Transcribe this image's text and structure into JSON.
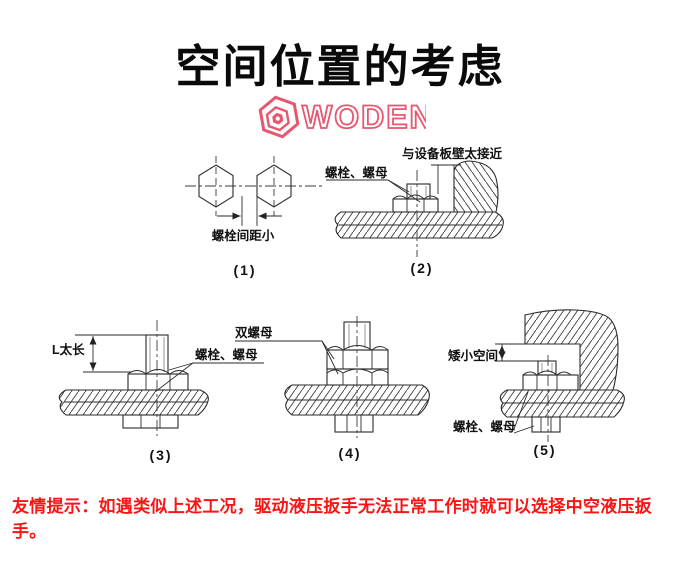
{
  "page": {
    "title": "空间位置的考虑",
    "background": "#ffffff"
  },
  "logo": {
    "brand": "WODEN",
    "color": "#e8566f",
    "icon": "hex-nut-logo"
  },
  "figures": [
    {
      "caption": "(1)",
      "labels": {
        "main": "螺栓间距小"
      }
    },
    {
      "caption": "(2)",
      "labels": {
        "top": "与设备板壁太接近",
        "left": "螺栓、螺母"
      }
    },
    {
      "caption": "(3)",
      "labels": {
        "left": "L太长",
        "right": "螺栓、螺母"
      }
    },
    {
      "caption": "(4)",
      "labels": {
        "left": "双螺母"
      }
    },
    {
      "caption": "(5)",
      "labels": {
        "left": "矮小空间",
        "bottom": "螺栓、螺母"
      }
    }
  ],
  "footer": {
    "notice": "友情提示：如遇类似上述工况，驱动液压扳手无法正常工作时就可以选择中空液压扳手。",
    "color": "#fa1414"
  }
}
